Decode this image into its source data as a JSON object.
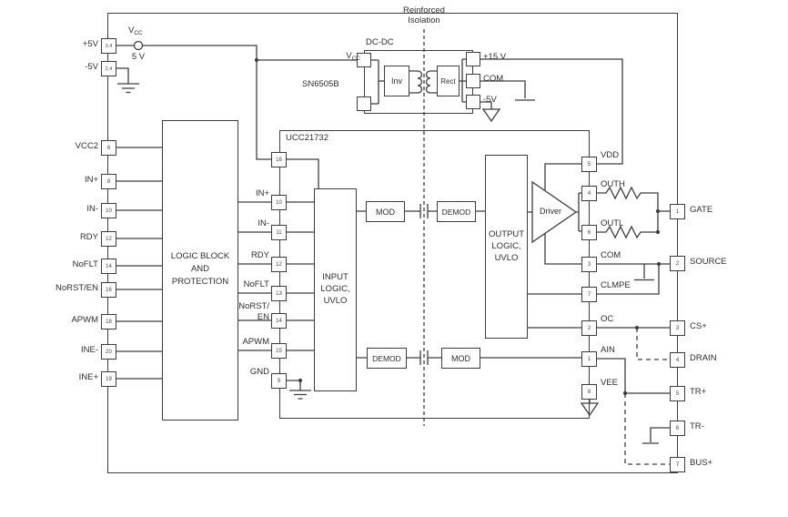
{
  "colors": {
    "line": "#3d3d3d",
    "text": "#2e2e2e",
    "background": "#ffffff"
  },
  "isolation": {
    "line1": "Reinforced",
    "line2": "Isolation"
  },
  "supply": {
    "vcc_base": "V",
    "vcc_sub": "CC",
    "node_voltage": "5 V",
    "plus5_label": "+5V",
    "plus5_pins": "2,4",
    "minus5_label": "-5V",
    "minus5_pins": "2,4"
  },
  "dcdc": {
    "label": "DC-DC",
    "part": "SN6505B",
    "vcc_base": "V",
    "vcc_sub": "CC",
    "inv": "Inv",
    "rect": "Rect",
    "out_15v": "+15 V",
    "out_com": "COM",
    "out_neg5": "-5V"
  },
  "logic_block": {
    "line1": "LOGIC BLOCK",
    "line2": "AND",
    "line3": "PROTECTION"
  },
  "connector_left": [
    {
      "label": "VCC2",
      "num": "6"
    },
    {
      "label": "IN+",
      "num": "8"
    },
    {
      "label": "IN-",
      "num": "10"
    },
    {
      "label": "RDY",
      "num": "12"
    },
    {
      "label": "NoFLT",
      "num": "14"
    },
    {
      "label": "NoRST/EN",
      "num": "16"
    },
    {
      "label": "APWM",
      "num": "18"
    },
    {
      "label": "INE-",
      "num": "20"
    },
    {
      "label": "INE+",
      "num": "19"
    }
  ],
  "connector_right": [
    {
      "label": "GATE",
      "num": "1"
    },
    {
      "label": "SOURCE",
      "num": "2"
    },
    {
      "label": "CS+",
      "num": "3"
    },
    {
      "label": "DRAIN",
      "num": "4"
    },
    {
      "label": "TR+",
      "num": "5"
    },
    {
      "label": "TR-",
      "num": "6"
    },
    {
      "label": "BUS+",
      "num": "7"
    }
  ],
  "ucc": {
    "part": "UCC21732",
    "input_logic": {
      "line1": "INPUT",
      "line2": "LOGIC,",
      "line3": "UVLO"
    },
    "output_logic": {
      "line1": "OUTPUT",
      "line2": "LOGIC,",
      "line3": "UVLO"
    },
    "driver": "Driver",
    "mod": "MOD",
    "demod": "DEMOD",
    "pins_left": [
      {
        "label": "",
        "num": "16"
      },
      {
        "label": "IN+",
        "num": "10"
      },
      {
        "label": "IN-",
        "num": "11"
      },
      {
        "label": "RDY",
        "num": "12"
      },
      {
        "label": "NoFLT",
        "num": "13"
      },
      {
        "label": "NoRST/",
        "label2": "EN",
        "num": "14"
      },
      {
        "label": "APWM",
        "num": "15"
      },
      {
        "label": "GND",
        "num": "9"
      }
    ],
    "pins_right": [
      {
        "label": "VDD",
        "num": "5"
      },
      {
        "label": "OUTH",
        "num": "4"
      },
      {
        "label": "OUTL",
        "num": "6"
      },
      {
        "label": "COM",
        "num": "3"
      },
      {
        "label": "CLMPE",
        "num": "7"
      },
      {
        "label": "OC",
        "num": "2"
      },
      {
        "label": "AIN",
        "num": "1"
      },
      {
        "label": "VEE",
        "num": "8"
      }
    ]
  }
}
